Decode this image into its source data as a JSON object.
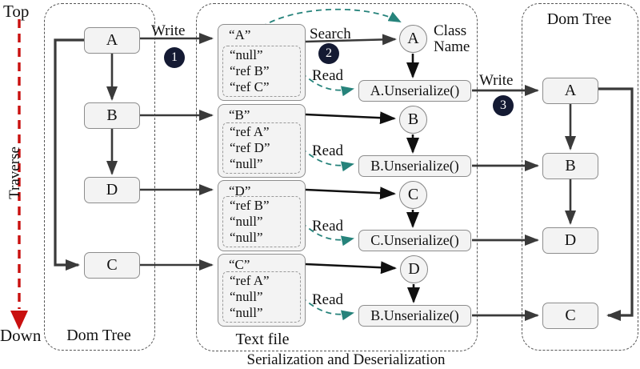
{
  "traverse": {
    "top": "Top",
    "bottom": "Down",
    "label": "Traverse"
  },
  "left_panel": {
    "label": "Dom Tree",
    "nodes": [
      {
        "label": "A"
      },
      {
        "label": "B"
      },
      {
        "label": "D"
      },
      {
        "label": "C"
      }
    ]
  },
  "middle_panel": {
    "label": "Text file",
    "caption": "Serialization and Deserialization",
    "groups": [
      {
        "title": "“A”",
        "entries": [
          "“null”",
          "“ref B”",
          "“ref C”"
        ]
      },
      {
        "title": "“B”",
        "entries": [
          "“ref A”",
          "“ref D”",
          "“null”"
        ]
      },
      {
        "title": "“D”",
        "entries": [
          "“ref B”",
          "“null”",
          "“null”"
        ]
      },
      {
        "title": "“C”",
        "entries": [
          "“ref A”",
          "“null”",
          "“null”"
        ]
      }
    ],
    "circles": [
      "A",
      "B",
      "C",
      "D"
    ],
    "unserialize": [
      "A.Unserialize()",
      "B.Unserialize()",
      "C.Unserialize()",
      "B.Unserialize()"
    ],
    "read_label": "Read"
  },
  "right_panel": {
    "label": "Dom Tree",
    "nodes": [
      {
        "label": "A"
      },
      {
        "label": "B"
      },
      {
        "label": "D"
      },
      {
        "label": "C"
      }
    ]
  },
  "annotations": {
    "write1": "Write",
    "badge1": "1",
    "search": "Search",
    "badge2": "2",
    "class_name_line1": "Class",
    "class_name_line2": "Name",
    "write3": "Write",
    "badge3": "3"
  },
  "colors": {
    "teal": "#26837b",
    "navy": "#141a33",
    "red": "#c9100f",
    "arrow_dark": "#3a3a3a",
    "arrow_black": "#101010",
    "box_fill": "#f3f3f3"
  }
}
